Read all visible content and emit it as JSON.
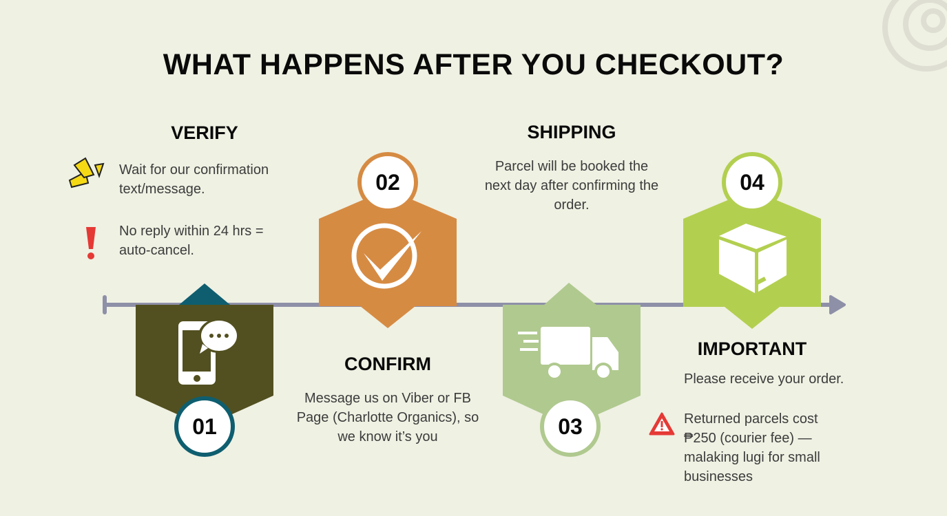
{
  "title": "WHAT HAPPENS AFTER YOU CHECKOUT?",
  "colors": {
    "step1": "#525020",
    "step1_accent": "#0e5e6f",
    "step2": "#d68b43",
    "step3": "#b0c98f",
    "step4": "#b3cf50",
    "timeline": "#8e90a8",
    "background": "#eff1e3"
  },
  "steps": [
    {
      "number": "01",
      "heading": "VERIFY",
      "icon": "phone-chat-icon",
      "notes": [
        {
          "icon": "attention-burst-icon",
          "text": "Wait for our confirmation text/message."
        },
        {
          "icon": "exclamation-icon",
          "text": "No reply within 24 hrs = auto-cancel."
        }
      ]
    },
    {
      "number": "02",
      "heading": "CONFIRM",
      "icon": "checkmark-circle-icon",
      "text": "Message us on Viber or FB Page (Charlotte Organics), so we know it’s you"
    },
    {
      "number": "03",
      "heading": "SHIPPING",
      "icon": "delivery-truck-icon",
      "text": "Parcel will be booked the next day after confirming the order."
    },
    {
      "number": "04",
      "heading": "IMPORTANT",
      "icon": "parcel-box-icon",
      "text": "Please receive your order.",
      "warning": {
        "icon": "warning-triangle-icon",
        "text": "Returned parcels cost ₱250 (courier fee) — malaking lugi for small businesses"
      }
    }
  ]
}
